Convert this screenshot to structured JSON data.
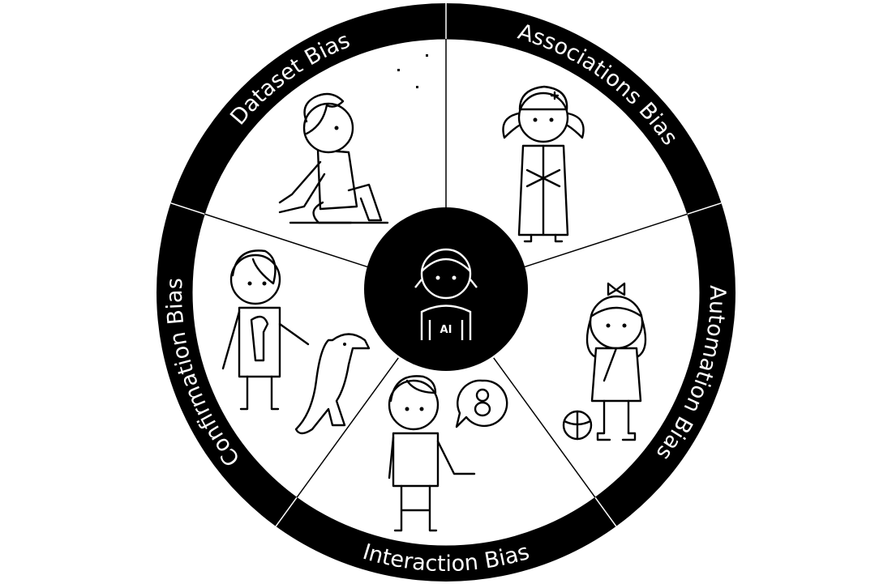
{
  "diagram": {
    "title_segments": [
      {
        "label": "Dataset Bias",
        "icon": "child-sitting-icon"
      },
      {
        "label": "Associations Bias",
        "icon": "girl-nurse-icon"
      },
      {
        "label": "Automation Bias",
        "icon": "girl-with-ball-icon"
      },
      {
        "label": "Interaction Bias",
        "icon": "boy-with-teddy-bear-icon"
      },
      {
        "label": "Confirmation Bias",
        "icon": "boy-with-dinosaur-icon"
      }
    ],
    "center": {
      "label": "AI",
      "icon": "ai-child-icon"
    },
    "colors": {
      "ring": "#000000",
      "background": "#ffffff",
      "text": "#ffffff"
    }
  }
}
